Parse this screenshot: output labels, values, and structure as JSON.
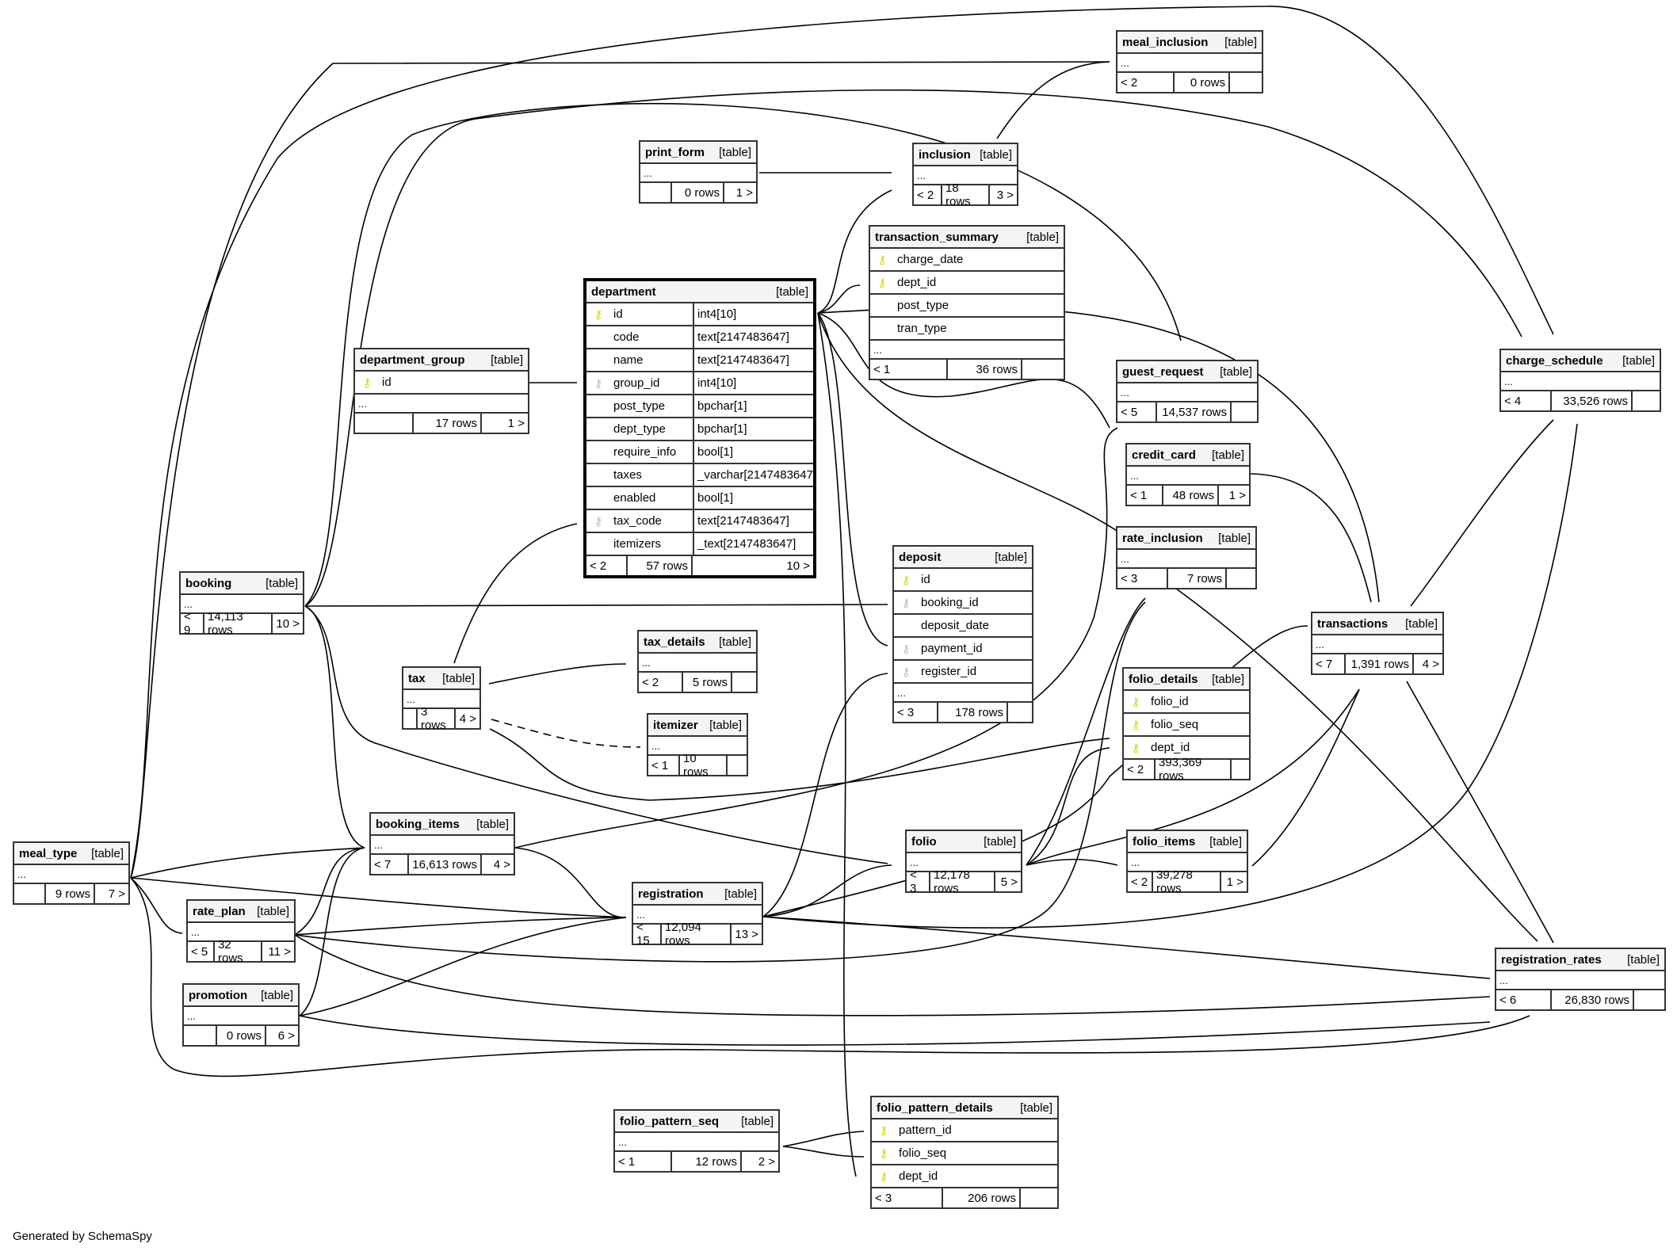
{
  "footer": "Generated by SchemaSpy",
  "kind_label": "[table]",
  "tables": {
    "meal_inclusion": {
      "name": "meal_inclusion",
      "parents": "< 2",
      "rows": "0 rows",
      "children": ""
    },
    "print_form": {
      "name": "print_form",
      "parents": "",
      "rows": "0 rows",
      "children": "1 >"
    },
    "inclusion": {
      "name": "inclusion",
      "parents": "< 2",
      "rows": "18 rows",
      "children": "3 >"
    },
    "transaction_summary": {
      "name": "transaction_summary",
      "columns": [
        {
          "name": "charge_date",
          "key": "pk"
        },
        {
          "name": "dept_id",
          "key": "pk"
        },
        {
          "name": "post_type",
          "key": ""
        },
        {
          "name": "tran_type",
          "key": ""
        }
      ],
      "parents": "< 1",
      "rows": "36 rows",
      "children": ""
    },
    "department": {
      "name": "department",
      "columns": [
        {
          "name": "id",
          "type": "int4[10]",
          "key": "pk"
        },
        {
          "name": "code",
          "type": "text[2147483647]",
          "key": ""
        },
        {
          "name": "name",
          "type": "text[2147483647]",
          "key": ""
        },
        {
          "name": "group_id",
          "type": "int4[10]",
          "key": "fk"
        },
        {
          "name": "post_type",
          "type": "bpchar[1]",
          "key": ""
        },
        {
          "name": "dept_type",
          "type": "bpchar[1]",
          "key": ""
        },
        {
          "name": "require_info",
          "type": "bool[1]",
          "key": ""
        },
        {
          "name": "taxes",
          "type": "_varchar[2147483647]",
          "key": ""
        },
        {
          "name": "enabled",
          "type": "bool[1]",
          "key": ""
        },
        {
          "name": "tax_code",
          "type": "text[2147483647]",
          "key": "fk"
        },
        {
          "name": "itemizers",
          "type": "_text[2147483647]",
          "key": ""
        }
      ],
      "parents": "< 2",
      "rows": "57 rows",
      "children": "10 >"
    },
    "department_group": {
      "name": "department_group",
      "columns": [
        {
          "name": "id",
          "key": "pk"
        }
      ],
      "parents": "",
      "rows": "17 rows",
      "children": "1 >"
    },
    "guest_request": {
      "name": "guest_request",
      "parents": "< 5",
      "rows": "14,537 rows",
      "children": ""
    },
    "charge_schedule": {
      "name": "charge_schedule",
      "parents": "< 4",
      "rows": "33,526 rows",
      "children": ""
    },
    "credit_card": {
      "name": "credit_card",
      "parents": "< 1",
      "rows": "48 rows",
      "children": "1 >"
    },
    "rate_inclusion": {
      "name": "rate_inclusion",
      "parents": "< 3",
      "rows": "7 rows",
      "children": ""
    },
    "deposit": {
      "name": "deposit",
      "columns": [
        {
          "name": "id",
          "key": "pk"
        },
        {
          "name": "booking_id",
          "key": "fk"
        },
        {
          "name": "deposit_date",
          "key": ""
        },
        {
          "name": "payment_id",
          "key": "fk"
        },
        {
          "name": "register_id",
          "key": "fk"
        }
      ],
      "parents": "< 3",
      "rows": "178 rows",
      "children": ""
    },
    "booking": {
      "name": "booking",
      "parents": "< 9",
      "rows": "14,113 rows",
      "children": "10 >"
    },
    "tax": {
      "name": "tax",
      "parents": "",
      "rows": "3 rows",
      "children": "4 >"
    },
    "tax_details": {
      "name": "tax_details",
      "parents": "< 2",
      "rows": "5 rows",
      "children": ""
    },
    "itemizer": {
      "name": "itemizer",
      "parents": "< 1",
      "rows": "10 rows",
      "children": ""
    },
    "transactions": {
      "name": "transactions",
      "parents": "< 7",
      "rows": "1,391 rows",
      "children": "4 >"
    },
    "folio_details": {
      "name": "folio_details",
      "columns": [
        {
          "name": "folio_id",
          "key": "pk"
        },
        {
          "name": "folio_seq",
          "key": "pk"
        },
        {
          "name": "dept_id",
          "key": "pk"
        }
      ],
      "parents": "< 2",
      "rows": "393,369 rows",
      "children": ""
    },
    "booking_items": {
      "name": "booking_items",
      "parents": "< 7",
      "rows": "16,613 rows",
      "children": "4 >"
    },
    "meal_type": {
      "name": "meal_type",
      "parents": "",
      "rows": "9 rows",
      "children": "7 >"
    },
    "folio": {
      "name": "folio",
      "parents": "< 3",
      "rows": "12,178 rows",
      "children": "5 >"
    },
    "folio_items": {
      "name": "folio_items",
      "parents": "< 2",
      "rows": "39,278 rows",
      "children": "1 >"
    },
    "registration": {
      "name": "registration",
      "parents": "< 15",
      "rows": "12,094 rows",
      "children": "13 >"
    },
    "rate_plan": {
      "name": "rate_plan",
      "parents": "< 5",
      "rows": "32 rows",
      "children": "11 >"
    },
    "promotion": {
      "name": "promotion",
      "parents": "",
      "rows": "0 rows",
      "children": "6 >"
    },
    "registration_rates": {
      "name": "registration_rates",
      "parents": "< 6",
      "rows": "26,830 rows",
      "children": ""
    },
    "folio_pattern_seq": {
      "name": "folio_pattern_seq",
      "parents": "< 1",
      "rows": "12 rows",
      "children": "2 >"
    },
    "folio_pattern_details": {
      "name": "folio_pattern_details",
      "columns": [
        {
          "name": "pattern_id",
          "key": "pk"
        },
        {
          "name": "folio_seq",
          "key": "pk"
        },
        {
          "name": "dept_id",
          "key": "pk"
        }
      ],
      "parents": "< 3",
      "rows": "206 rows",
      "children": ""
    }
  },
  "relationships": [
    {
      "from": "print_form",
      "to": "inclusion"
    },
    {
      "from": "meal_inclusion",
      "to": "inclusion"
    },
    {
      "from": "department",
      "to": "transaction_summary",
      "column": "dept_id"
    },
    {
      "from": "department_group",
      "to": "department",
      "column": "group_id"
    },
    {
      "from": "tax",
      "to": "department",
      "column": "tax_code"
    },
    {
      "from": "tax",
      "to": "tax_details"
    },
    {
      "from": "tax",
      "to": "itemizer",
      "style": "dashed"
    },
    {
      "from": "booking",
      "to": "deposit",
      "column": "booking_id"
    },
    {
      "from": "folio",
      "to": "folio_items"
    },
    {
      "from": "folio_pattern_seq",
      "to": "folio_pattern_details",
      "column": "pattern_id"
    },
    {
      "from": "department",
      "to": "folio_pattern_details",
      "column": "dept_id"
    }
  ]
}
